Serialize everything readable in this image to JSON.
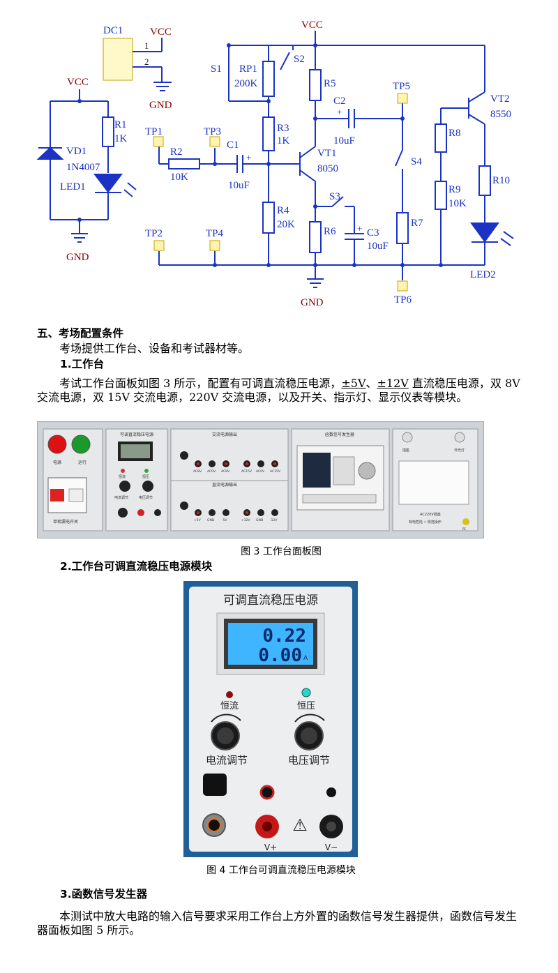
{
  "schematic": {
    "labels": {
      "dc1": "DC1",
      "pin1": "1",
      "pin2": "2",
      "vcc": "VCC",
      "gnd": "GND",
      "r1": "R1",
      "r1v": "1K",
      "vd1": "VD1",
      "vd1v": "1N4007",
      "led1": "LED1",
      "s1": "S1",
      "rp1": "RP1",
      "rp1v": "200K",
      "s2": "S2",
      "tp1": "TP1",
      "tp2": "TP2",
      "tp3": "TP3",
      "tp4": "TP4",
      "tp5": "TP5",
      "tp6": "TP6",
      "r2": "R2",
      "r2v": "10K",
      "c1": "C1",
      "c1v": "10uF",
      "r3": "R3",
      "r3v": "1K",
      "r4": "R4",
      "r4v": "20K",
      "r5": "R5",
      "r6": "R6",
      "vt1": "VT1",
      "vt1v": "8050",
      "c2": "C2",
      "c2v": "10uF",
      "s3": "S3",
      "c3": "C3",
      "c3v": "10uF",
      "s4": "S4",
      "r7": "R7",
      "r8": "R8",
      "r9": "R9",
      "r9v": "10K",
      "r10": "R10",
      "vt2": "VT2",
      "vt2v": "8550",
      "led2": "LED2",
      "plus": "+"
    }
  },
  "section5": {
    "heading": "五、考场配置条件",
    "intro": "考场提供工作台、设备和考试器材等。",
    "sub1": "1.工作台",
    "para1a": "考试工作台面板如图 3 所示，配置有可调直流稳压电源，",
    "pm5": "±5V",
    "sep": "、",
    "pm12": "±12V",
    "para1b": " 直流稳压电源，双 8V 交流电源，双 15V 交流电源，220V 交流电源，以及开关、指示灯、显示仪表等模块。",
    "fig3_caption": "图 3 工作台面板图",
    "sub2": "2.工作台可调直流稳压电源模块",
    "fig4_caption": "图 4 工作台可调直流稳压电源模块",
    "sub3": "3.函数信号发生器",
    "para3": "本测试中放大电路的输入信号要求采用工作台上方外置的函数信号发生器提供，函数信号发生器面板如图 5 所示。"
  },
  "module": {
    "title": "可调直流稳压电源",
    "voltage": "0.22",
    "current": "0.00",
    "unit": "A",
    "cc": "恒流",
    "cv": "恒压",
    "cur_adj": "电流调节",
    "volt_adj": "电压调节",
    "vplus": "V+",
    "vminus": "V−",
    "warn": "⚠"
  },
  "panel": {
    "sec_psu": "可调直流稳压电源",
    "sec_ac": "交流电源输出",
    "sec_dc": "直流电源输出",
    "sec_fg": "函数信号发生器",
    "lbl_power": "电源",
    "lbl_run": "运行",
    "lbl_breaker": "单相漏电开关",
    "lbl_cc": "恒流",
    "lbl_cv": "恒压",
    "lbl_cadj": "电流调节",
    "lbl_vadj": "电压调节",
    "ac": [
      "AC8V",
      "AC0V",
      "AC8V",
      "AC15V",
      "AC0V",
      "AC15V"
    ],
    "dc": [
      "+5V",
      "GND",
      "-5V",
      "+12V",
      "GND",
      "-12V"
    ],
    "lamp1": "插座",
    "lamp2": "日光灯",
    "ac220": "AC220V插座",
    "danger": "有电危险 ⚡ 规范操作",
    "pe": "PE"
  },
  "colors": {
    "wire": "#1a33c4",
    "label_red": "#8b0000",
    "module_blue": "#1f5f9a",
    "lcd": "#3fb5ff"
  }
}
